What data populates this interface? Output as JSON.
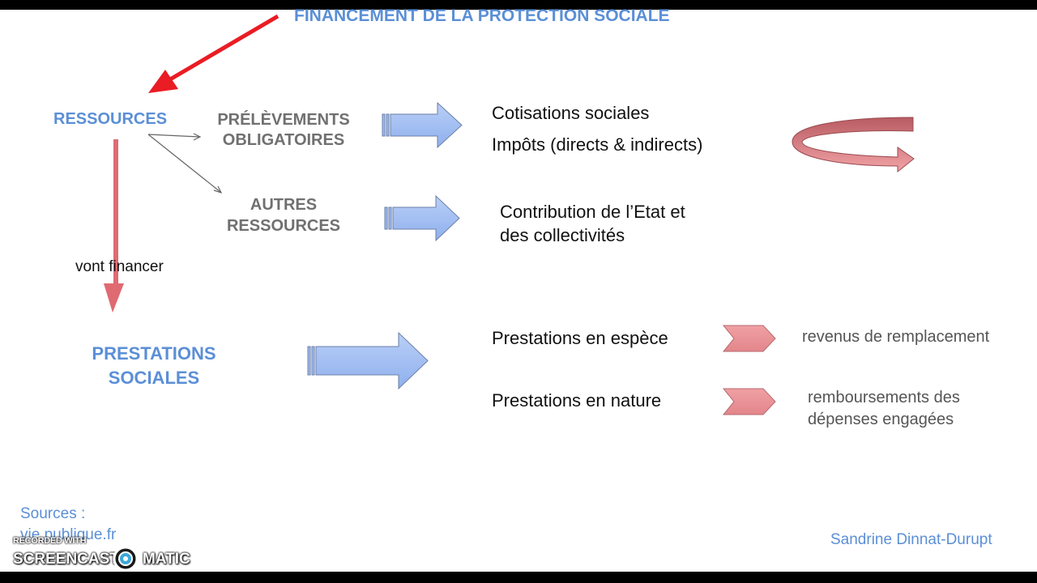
{
  "title": "FINANCEMENT DE LA PROTECTION SOCIALE",
  "ressources": "RESSOURCES",
  "prelevements": [
    "PRÉLÈVEMENTS",
    "OBLIGATOIRES"
  ],
  "autres": [
    "AUTRES",
    "RESSOURCES"
  ],
  "cotisations": "Cotisations sociales",
  "impots": "Impôts (directs & indirects)",
  "contribution": [
    "Contribution de l’Etat et",
    "des collectivités"
  ],
  "vont_financer": "vont financer",
  "prestations_sociales": [
    "PRESTATIONS",
    "SOCIALES"
  ],
  "prestations_espece": "Prestations en espèce",
  "prestations_nature": "Prestations en nature",
  "revenus": "revenus de remplacement",
  "remboursements": [
    "remboursements des",
    "dépenses engagées"
  ],
  "sources": [
    "Sources :",
    "vie publique.fr"
  ],
  "author": "Sandrine Dinnat-Durupt",
  "watermark": {
    "small": "RECORDED WITH",
    "left": "SCREENCAST",
    "right": "MATIC"
  },
  "colors": {
    "blue": "#5b8fd6",
    "red_arrow": "#ea1c24",
    "pink_arrow": "#e07a7f",
    "blue_arrow": "#9dbbf2"
  }
}
